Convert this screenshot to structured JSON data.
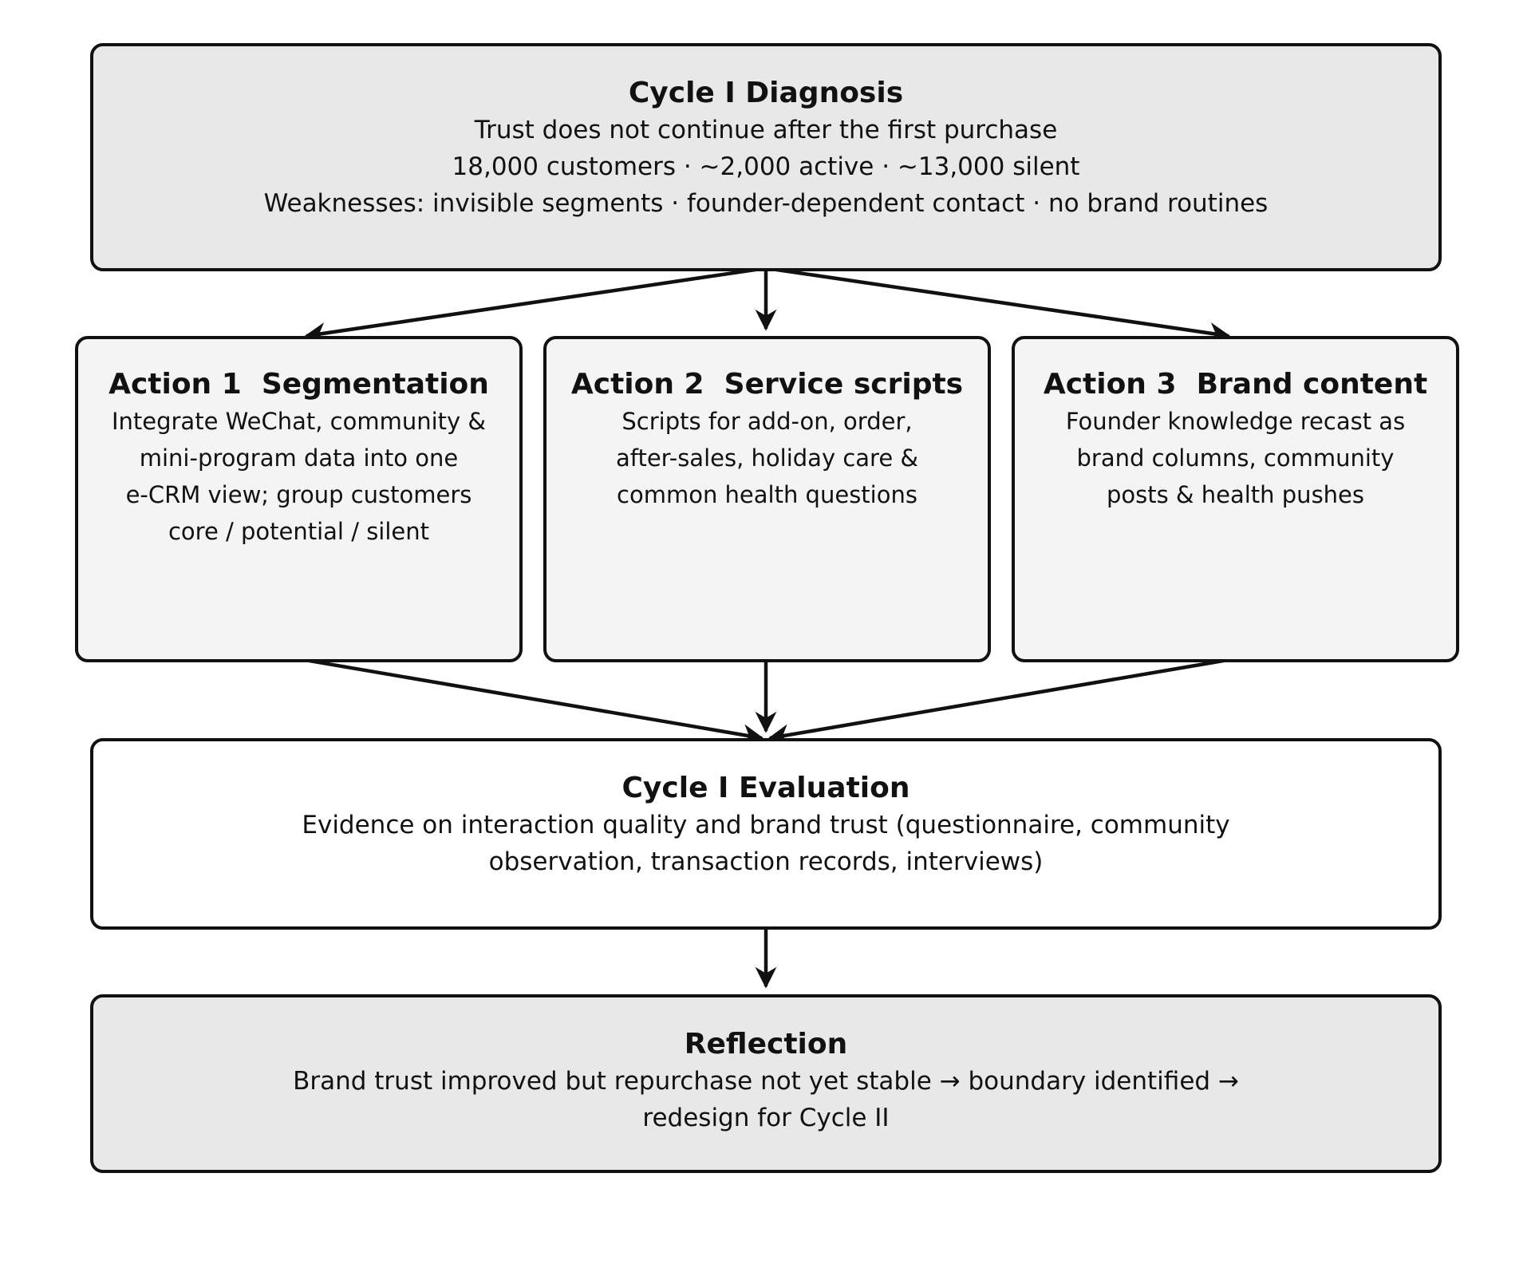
{
  "diagnosis": {
    "title": "Cycle I Diagnosis",
    "lines": [
      "Trust does not continue after the first purchase",
      "18,000 customers · ~2,000 active · ~13,000 silent",
      "Weaknesses: invisible segments · founder-dependent contact · no brand routines"
    ]
  },
  "actions": [
    {
      "title": "Action 1  Segmentation",
      "lines": [
        "Integrate WeChat, community &",
        "mini-program data into one",
        "e-CRM view; group customers",
        "core / potential / silent"
      ]
    },
    {
      "title": "Action 2  Service scripts",
      "lines": [
        "Scripts for add-on, order,",
        "after-sales, holiday care &",
        "common health questions"
      ]
    },
    {
      "title": "Action 3  Brand content",
      "lines": [
        "Founder knowledge recast as",
        "brand columns, community",
        "posts & health pushes"
      ]
    }
  ],
  "evaluation": {
    "title": "Cycle I Evaluation",
    "lines": [
      "Evidence on interaction quality and brand trust (questionnaire, community",
      "observation, transaction records, interviews)"
    ]
  },
  "reflection": {
    "title": "Reflection",
    "lines": [
      "Brand trust improved but repurchase not yet stable → boundary identified →",
      "redesign for Cycle II"
    ]
  },
  "colors": {
    "stroke": "#111111",
    "box_gray": "#e8e8e8",
    "box_light": "#f4f4f4",
    "box_white": "#ffffff"
  }
}
